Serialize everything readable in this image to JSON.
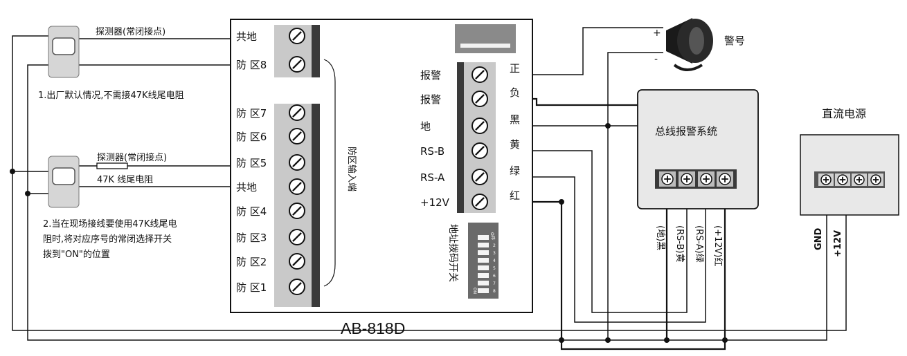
{
  "panel": {
    "model": "AB-818D",
    "left_terminals": [
      "共地",
      "防 区8",
      "防 区7",
      "防 区6",
      "防 区5",
      "共地",
      "防 区4",
      "防 区3",
      "防 区2",
      "防 区1"
    ],
    "zone_input_label": "防区输入端",
    "right_terminals": [
      "报警",
      "报警",
      "地",
      "RS-B",
      "RS-A",
      "+12V"
    ],
    "wire_colors": [
      "正",
      "负",
      "黑",
      "黄",
      "绿",
      "红"
    ],
    "dip_label": "地址拨码开关",
    "dip_top": "OFF",
    "dip_bottom": "ON",
    "dip_numbers": [
      "1",
      "2",
      "3",
      "4",
      "5",
      "6",
      "7",
      "8"
    ]
  },
  "detector1": {
    "label": "探测器(常闭接点)"
  },
  "detector2": {
    "label": "探测器(常闭接点)",
    "resistor_label": "47K 线尾电阻"
  },
  "notes": {
    "note1": "1.出厂默认情况,不需接47K线尾电阻",
    "note2_lines": [
      "2.当在现场接线要使用47K线尾电",
      "阻时,将对应序号的常闭选择开关",
      "拨到\"ON\"的位置"
    ]
  },
  "siren": {
    "label": "警号",
    "plus": "+",
    "minus": "-"
  },
  "bus_system": {
    "title": "总线报警系统",
    "wire_labels": [
      "(地)黑",
      "(RS-B)黄",
      "(RS-A)绿",
      "(+12V)红"
    ]
  },
  "power": {
    "title": "直流电源",
    "labels": [
      "GND",
      "+12V"
    ]
  }
}
